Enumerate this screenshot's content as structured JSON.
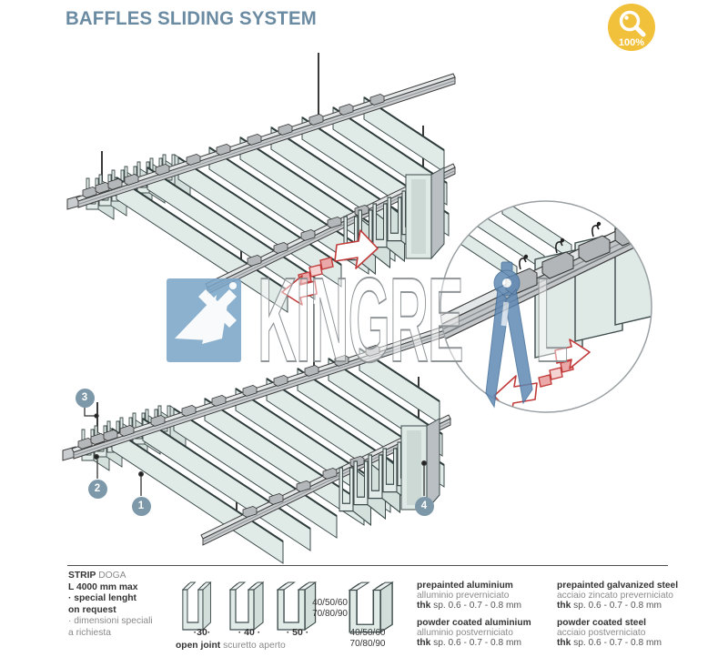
{
  "page": {
    "title": "BAFFLES SLIDING SYSTEM"
  },
  "badge": {
    "value": "100%",
    "icon": "magnifier-icon"
  },
  "watermark": {
    "brand": "KINGREAL",
    "text_left": "KINGRE",
    "text_right": "L"
  },
  "callouts": [
    {
      "n": "1",
      "target": "baffle-strip"
    },
    {
      "n": "2",
      "target": "carrier-rail"
    },
    {
      "n": "3",
      "target": "hanger-rod"
    },
    {
      "n": "4",
      "target": "end-baffle"
    }
  ],
  "legend": {
    "strip": {
      "label_en": "STRIP",
      "label_it": "DOGA",
      "length": "L 4000 mm max",
      "note_en_1": "· special lenght",
      "note_en_2": "on request",
      "note_it_1": "· dimensioni speciali",
      "note_it_2": "a richiesta"
    },
    "profiles": {
      "sizes": [
        "·30·",
        "· 40 ·",
        "· 50 ·"
      ],
      "open_joint_en": "open joint",
      "open_joint_it": "scuretto aperto",
      "large_left_1": "40/50/60",
      "large_left_2": "70/80/90",
      "large_below_1": "40/50/60",
      "large_below_2": "70/80/90"
    },
    "materials": [
      {
        "en": "prepainted aluminium",
        "it": "alluminio preverniciato",
        "thk_b": "thk",
        "thk": "sp. 0.6 - 0.7 - 0.8 mm"
      },
      {
        "en": "powder coated aluminium",
        "it": "alluminio postverniciato",
        "thk_b": "thk",
        "thk": "sp. 0.6 - 0.7 - 0.8 mm"
      },
      {
        "en": "prepainted galvanized steel",
        "it": "acciaio zincato preverniciato",
        "thk_b": "thk",
        "thk": "sp. 0.6 - 0.7 - 0.8 mm"
      },
      {
        "en": "powder coated steel",
        "it": "acciaio postverniciato",
        "thk_b": "thk",
        "thk": "sp. 0.6 - 0.7 - 0.8 mm"
      }
    ]
  },
  "colors": {
    "title": "#6b8ba2",
    "badge_yellow": "#f2c13b",
    "callout_blue": "#7d98a9",
    "arrow_red": "#c23b3b",
    "baffle_fill": "#e0eae7",
    "steel_gray": "#c7cbcd",
    "watermark_blue": "#7ca6c8"
  }
}
